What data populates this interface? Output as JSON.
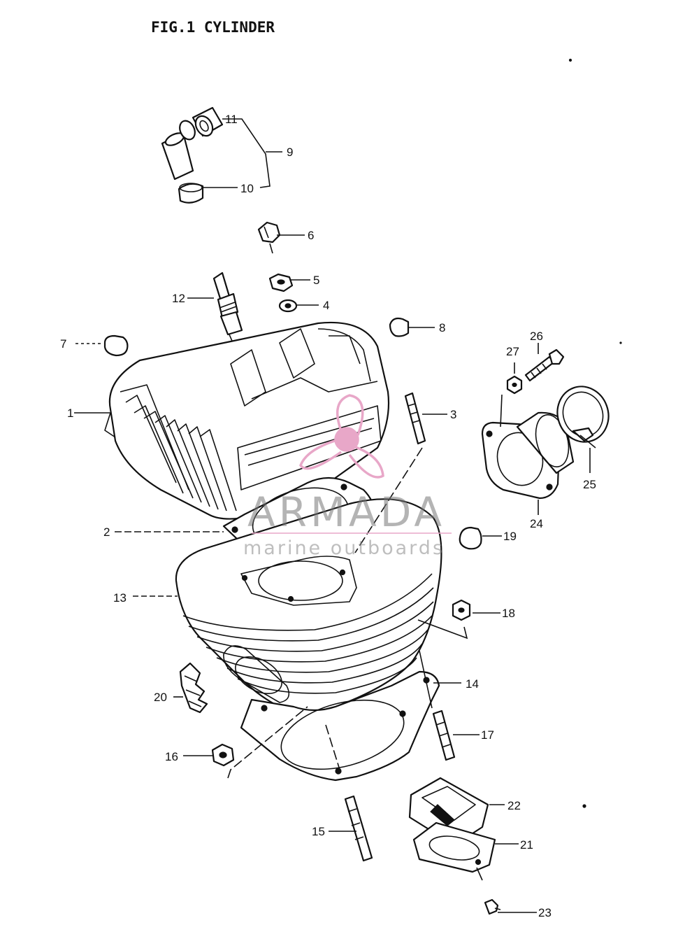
{
  "figure": {
    "title": "FIG.1  CYLINDER"
  },
  "callouts": [
    "1",
    "2",
    "3",
    "4",
    "5",
    "6",
    "7",
    "8",
    "9",
    "10",
    "11",
    "12",
    "13",
    "14",
    "15",
    "16",
    "17",
    "18",
    "19",
    "20",
    "21",
    "22",
    "23",
    "24",
    "25",
    "26",
    "27"
  ],
  "watermark": {
    "brand": "ARMADA",
    "tagline": "marine outboards",
    "accent_color": "#e8a7c8",
    "logo": "propeller-icon"
  }
}
